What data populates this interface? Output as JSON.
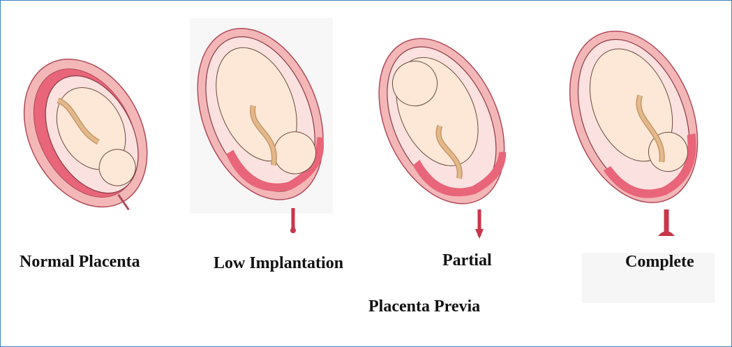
{
  "captions": {
    "normal": "Normal Placenta",
    "low": "Low Implantation",
    "partial": "Partial",
    "complete": "Complete",
    "group": "Placenta Previa"
  },
  "colors": {
    "uterus_outer": "#f3b7b7",
    "uterus_line": "#b04a5a",
    "placenta": "#e8657a",
    "fluid": "#fbe1df",
    "fetus": "#fde8d8",
    "cord": "#e2b98c",
    "frame": "#3d82c4"
  },
  "icons": [
    "uterus-normal-illustration",
    "uterus-low-implantation-illustration",
    "uterus-partial-previa-illustration",
    "uterus-complete-previa-illustration"
  ]
}
